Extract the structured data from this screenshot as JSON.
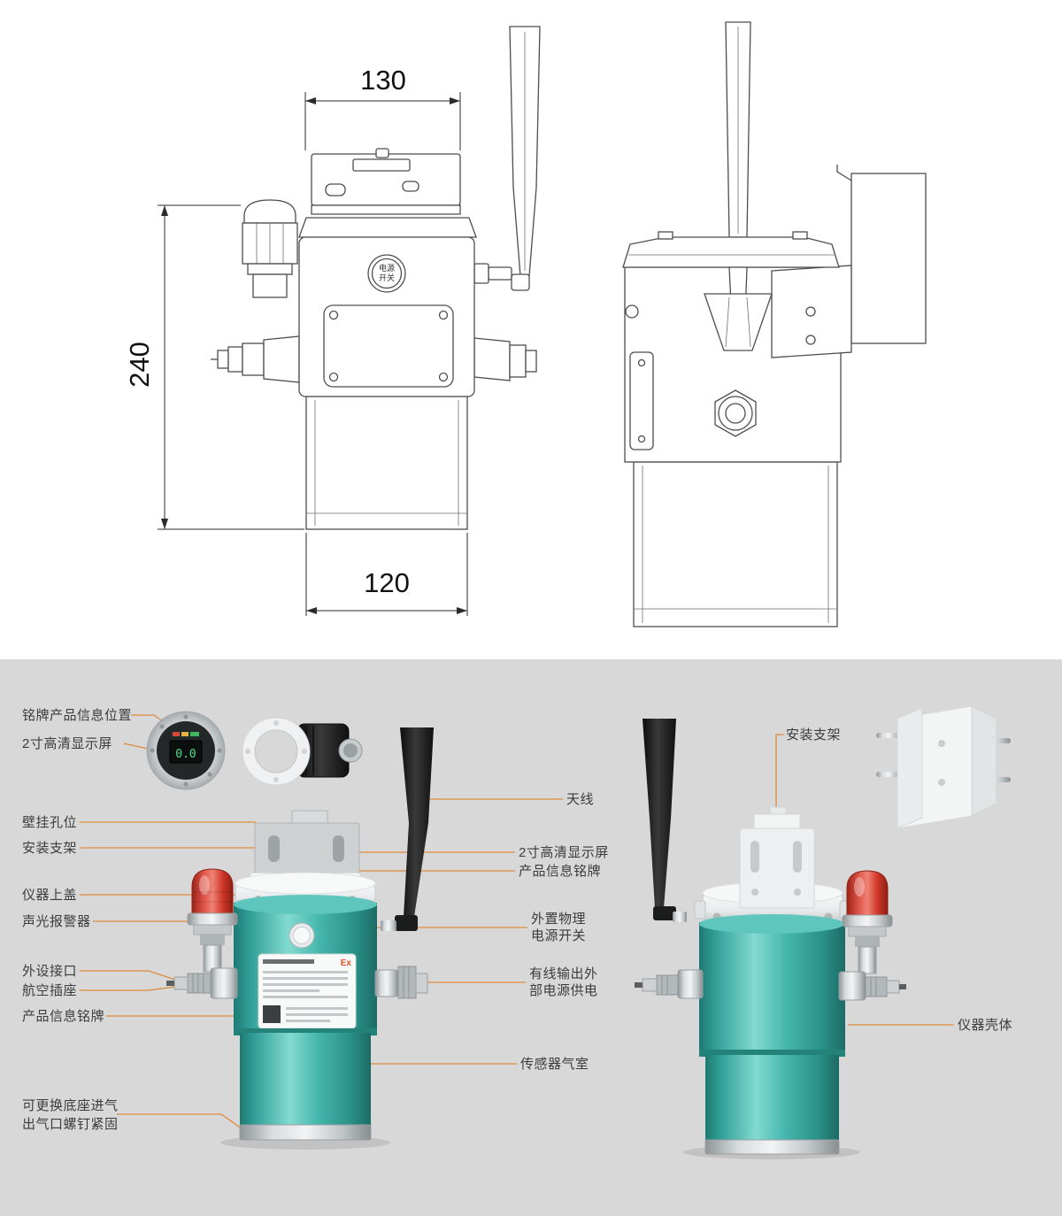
{
  "drawing": {
    "dim_top_width": "130",
    "dim_height": "240",
    "dim_bottom_width": "120",
    "power_line1": "电源",
    "power_line2": "开关"
  },
  "render": {
    "screen_value": "0.0",
    "label_ex": "Ex"
  },
  "callouts": {
    "left": [
      {
        "label": "铭牌产品信息位置"
      },
      {
        "label": "2寸高清显示屏"
      },
      {
        "label": "壁挂孔位"
      },
      {
        "label": "安装支架"
      },
      {
        "label": "仪器上盖"
      },
      {
        "label": "声光报警器"
      },
      {
        "label": "外设接口"
      },
      {
        "label": "航空插座"
      },
      {
        "label": "产品信息铭牌"
      },
      {
        "label": "可更换底座进气"
      },
      {
        "label": "出气口螺钉紧固"
      }
    ],
    "middle": [
      {
        "label": "天线"
      },
      {
        "label": "2寸高清显示屏"
      },
      {
        "label": "产品信息铭牌"
      },
      {
        "label": "外置物理\n电源开关"
      },
      {
        "label": "有线输出外\n部电源供电"
      },
      {
        "label": "传感器气室"
      }
    ],
    "right": [
      {
        "label": "安装支架"
      },
      {
        "label": "仪器壳体"
      }
    ]
  },
  "colors": {
    "accent_leader": "#dd8a3f",
    "device_teal": "#3aaca4",
    "alarm_red": "#cf3a2c",
    "antenna_black": "#1c1c1c",
    "background_bottom": "#d8d8d8"
  }
}
